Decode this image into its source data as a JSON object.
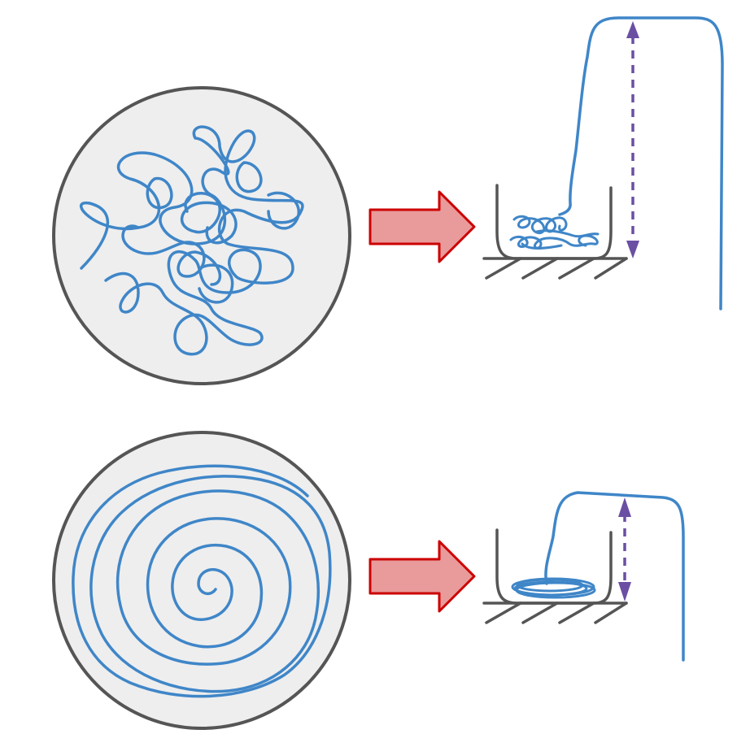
{
  "colors": {
    "disc_fill": "#eeeeee",
    "disc_stroke": "#555555",
    "strand": "#3f86c8",
    "arrow_fill": "#e99a9a",
    "arrow_stroke": "#cc0000",
    "cup_stroke": "#555555",
    "height_marker": "#6a4fa3"
  },
  "panels": [
    {
      "id": "tangled",
      "strand_pattern": "random-coil",
      "pile": "loose-knots",
      "rise": "tall"
    },
    {
      "id": "coiled",
      "strand_pattern": "spiral-coil",
      "pile": "flat-coils",
      "rise": "short"
    }
  ],
  "icons": [
    "right-arrow-icon",
    "double-headed-arrow-icon",
    "ground-hatching-icon"
  ]
}
